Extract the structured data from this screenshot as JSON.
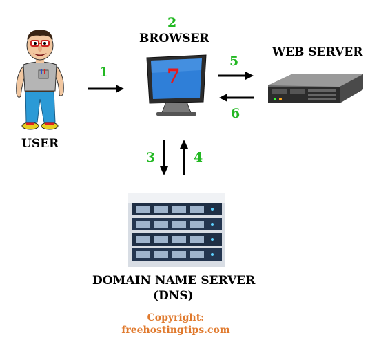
{
  "labels": {
    "user": "USER",
    "browser": "BROWSER",
    "web_server": "WEB SERVER",
    "dns_line1": "DOMAIN NAME SERVER",
    "dns_line2": "(DNS)"
  },
  "steps": {
    "s1": "1",
    "s2": "2",
    "s3": "3",
    "s4": "4",
    "s5": "5",
    "s6": "6",
    "s7": "7"
  },
  "copyright": {
    "line1": "Copyright:",
    "line2": "freehostingtips.com"
  },
  "colors": {
    "step_number": "#22b822",
    "monitor_number": "#e81818",
    "copyright_text": "#e07a2e",
    "label_text": "#000000"
  },
  "icons": [
    "user-cartoon-icon",
    "monitor-icon",
    "server-rack-icon",
    "dns-server-icon"
  ]
}
